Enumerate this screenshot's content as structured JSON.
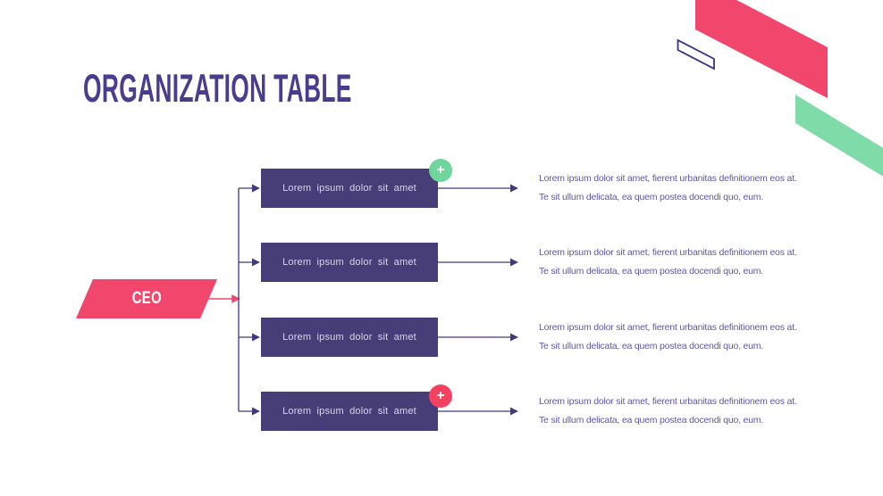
{
  "title": "ORGANIZATION TABLE",
  "org_chart": {
    "root": {
      "label": "CEO"
    },
    "rows": [
      {
        "label": "Lorem ipsum dolor sit amet",
        "badge": {
          "symbol": "+",
          "color": "green"
        },
        "desc1": "Lorem ipsum dolor sit amet, fierent urbanitas definitionem eos at.",
        "desc2": "Te sit ullum delicata, ea quem postea docendi quo, eum."
      },
      {
        "label": "Lorem ipsum dolor sit amet",
        "desc1": "Lorem ipsum dolor sit amet, fierent urbanitas definitionem eos at.",
        "desc2": "Te sit ullum delicata, ea quem postea docendi quo, eum."
      },
      {
        "label": "Lorem ipsum dolor sit amet",
        "desc1": "Lorem ipsum dolor sit amet, fierent urbanitas definitionem eos at.",
        "desc2": "Te sit ullum delicata, ea quem postea docendi quo, eum."
      },
      {
        "label": "Lorem ipsum dolor sit amet",
        "badge": {
          "symbol": "+",
          "color": "pink"
        },
        "desc1": "Lorem ipsum dolor sit amet, fierent urbanitas definitionem eos at.",
        "desc2": "Te sit ullum delicata, ea quem postea docendi quo, eum."
      }
    ]
  },
  "colors": {
    "title_text": "#4A3C8F",
    "node_box_fill": "#473D77",
    "node_box_text": "#D9D6EA",
    "connector_line": "#3E3A7C",
    "accent_pink": "#F1476C",
    "badge_pink": "#F4415F",
    "badge_green": "#6FD59C",
    "deco_pink": "#F1476C",
    "deco_green": "#7FDCA9",
    "deco_outline": "#393380",
    "body_text": "#5E57A7",
    "background": "#FFFFFF"
  }
}
